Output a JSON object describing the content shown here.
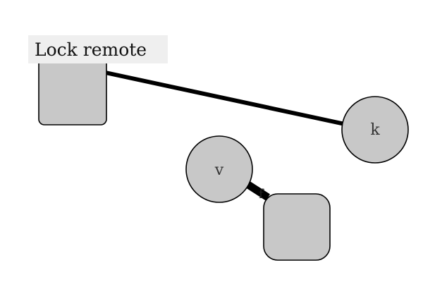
{
  "diagram": {
    "title_label": "Lock remote",
    "nodes": [
      {
        "id": "top-left-square",
        "shape": "rounded-square",
        "label": ""
      },
      {
        "id": "k",
        "shape": "circle",
        "label": "k"
      },
      {
        "id": "v",
        "shape": "circle",
        "label": "v"
      },
      {
        "id": "bottom-square",
        "shape": "rounded-square",
        "label": ""
      }
    ],
    "edges": [
      {
        "from": "top-left-square",
        "to": "k",
        "label": ""
      },
      {
        "from": "v",
        "to": "bottom-square",
        "label": "f"
      }
    ],
    "colors": {
      "node_fill": "#c8c8c8",
      "node_stroke": "#000000",
      "edge": "#000000",
      "label_background": "#efefef"
    }
  }
}
